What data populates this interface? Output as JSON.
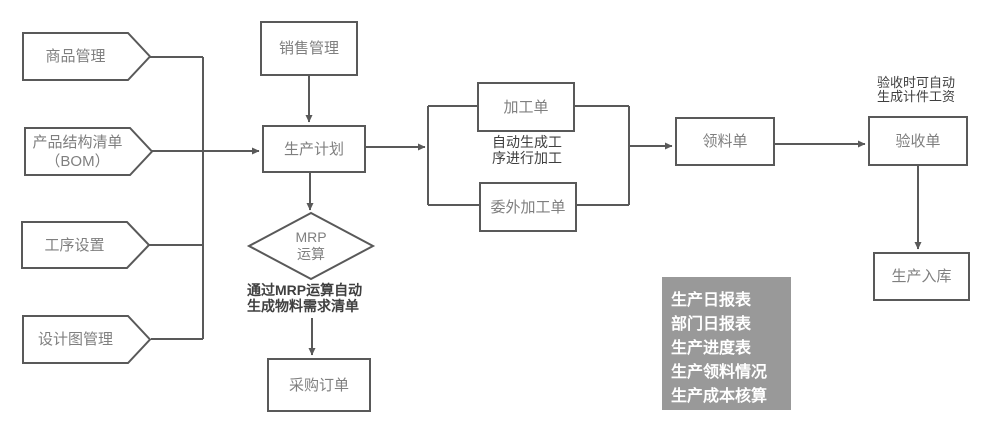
{
  "colors": {
    "line": "#595959",
    "node_text": "#7f7f7f",
    "annotation_text": "#3f3f3f",
    "panel_background": "#999999",
    "panel_text": "#ffffff"
  },
  "flowchart": {
    "inputs": [
      {
        "label": "商品管理"
      },
      {
        "label": "产品结构清单\n（BOM）"
      },
      {
        "label": "工序设置"
      },
      {
        "label": "设计图管理"
      }
    ],
    "nodes": {
      "sales_management": "销售管理",
      "production_plan": "生产计划",
      "mrp_calc": "MRP\n运算",
      "purchase_order": "采购订单",
      "processing_order": "加工单",
      "outsourced_processing_order": "委外加工单",
      "material_requisition": "领料单",
      "acceptance_order": "验收单",
      "production_inbound": "生产入库"
    },
    "annotations": {
      "process_note": "自动生成工\n序进行加工",
      "mrp_note": "通过MRP运算自动\n生成物料需求清单",
      "acceptance_note": "验收时可自动\n生成计件工资"
    },
    "report_panel": [
      "生产日报表",
      "部门日报表",
      "生产进度表",
      "生产领料情况",
      "生产成本核算"
    ]
  }
}
